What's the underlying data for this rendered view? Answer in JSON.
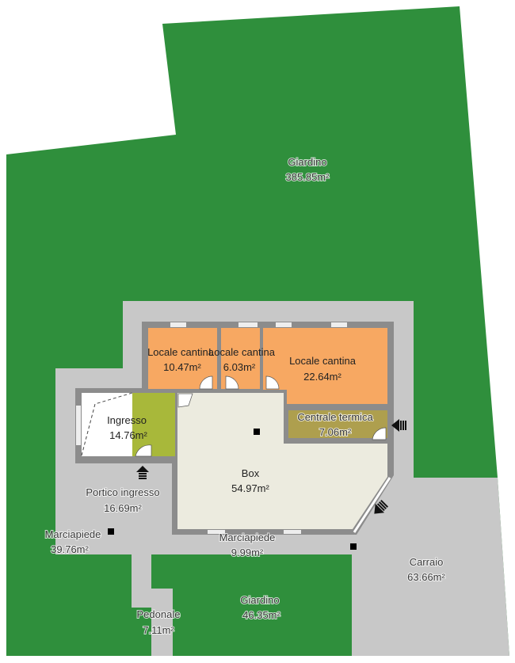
{
  "colors": {
    "garden": "#2f8f3c",
    "paving": "#c8c8c8",
    "wall": "#8c8c8c",
    "cellar": "#f7a862",
    "entrance_floor": "#a8b83a",
    "garage": "#ecebdf",
    "boiler_room": "#ae9f4e"
  },
  "rooms": [
    {
      "name": "Giardino",
      "area": "385.85m²"
    },
    {
      "name": "Locale cantina",
      "area": "10.47m²"
    },
    {
      "name": "Locale cantina",
      "area": "6.03m²"
    },
    {
      "name": "Locale cantina",
      "area": "22.64m²"
    },
    {
      "name": "Centrale termica",
      "area": "7.06m²"
    },
    {
      "name": "Ingresso",
      "area": "14.76m²"
    },
    {
      "name": "Box",
      "area": "54.97m²"
    },
    {
      "name": "Portico ingresso",
      "area": "16.69m²"
    },
    {
      "name": "Marciapiede",
      "area": "39.76m²"
    },
    {
      "name": "Marciapiede",
      "area": "9.99m²"
    },
    {
      "name": "Carraio",
      "area": "63.66m²"
    },
    {
      "name": "Giardino",
      "area": "46.35m²"
    },
    {
      "name": "Pedonale",
      "area": "7.11m²"
    }
  ],
  "icons": [
    "entrance-arrow-icon",
    "marker-square-icon"
  ]
}
